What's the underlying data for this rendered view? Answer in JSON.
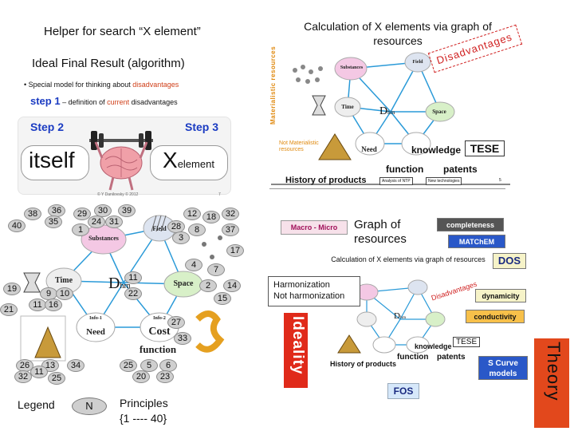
{
  "left": {
    "helper_title": "Helper for  search “X element”",
    "ifr_title": "Ideal Final Result (algorithm)",
    "bullet_prefix": "•  Special model for thinking about ",
    "bullet_red": "disadvantages",
    "step1_label": "step 1",
    "step1_mid": " – definition of ",
    "step1_red": "current",
    "step1_end": "  disadvantages",
    "step2": "Step 2",
    "step3": "Step 3",
    "itself": "itself",
    "x_main": "X",
    "x_sub": "element",
    "copyright": "© Y Danilovsky © 2012",
    "page_num": "7"
  },
  "graph_nodes": {
    "substances": "Substances",
    "field": "Field",
    "time": "Time",
    "space": "Space",
    "info1": "Info-1",
    "info2": "Info-2",
    "need": "Need",
    "cost": "Cost",
    "function": "function",
    "dhr_main": "D",
    "dhr_sub": "hrn"
  },
  "numbers": [
    "38",
    "36",
    "35",
    "40",
    "29",
    "30",
    "39",
    "24",
    "31",
    "1",
    "12",
    "18",
    "32",
    "28",
    "8",
    "37",
    "3",
    "17",
    "7",
    "4",
    "11",
    "22",
    "2",
    "14",
    "15",
    "19",
    "9",
    "10",
    "21",
    "11",
    "16",
    "27",
    "33",
    "26",
    "13",
    "34",
    "32",
    "11",
    "25",
    "25",
    "5",
    "6",
    "20",
    "23"
  ],
  "legend": {
    "label": "Legend",
    "n": "N",
    "principles_line1": "Principles",
    "principles_line2": "{1 ---- 40}"
  },
  "right_top": {
    "title": "Calculation of X elements via graph of resources",
    "materialistic": "Materialistic resources",
    "not_materialistic": "Not Materialistic resources",
    "disadvantages": "Disadvantages",
    "tese": "TESE",
    "knowledge": "knowledge",
    "function": "function",
    "patents": "patents",
    "history": "History of products",
    "analysis_box": "Analysis of NTP",
    "new_tech": "New technologies",
    "page": "5"
  },
  "right_bottom": {
    "macro": "Macro - Micro",
    "graph_title_1": "Graph of",
    "graph_title_2": "resources",
    "completeness": "completeness",
    "matchem": "MATChEM",
    "calc_title": "Calculation of X elements via graph of resources",
    "dos": "DOS",
    "harm1": "Harmonization",
    "harm2": "Not harmonization",
    "dynamicity": "dynamicity",
    "conductivity": "conductivity",
    "disadvantages": "Disadvantages",
    "tese": "TESE",
    "knowledge": "knowledge",
    "function": "function",
    "patents": "patents",
    "history": "History of products",
    "ideality": "Ideality",
    "scurve": "S Curve models",
    "fos": "FOS",
    "theory": "Theory"
  },
  "colors": {
    "blue": "#1a3bc2",
    "red": "#d02020",
    "orange": "#e08a10",
    "ideality_red": "#e02a1a",
    "theory_orange": "#e2481c"
  }
}
